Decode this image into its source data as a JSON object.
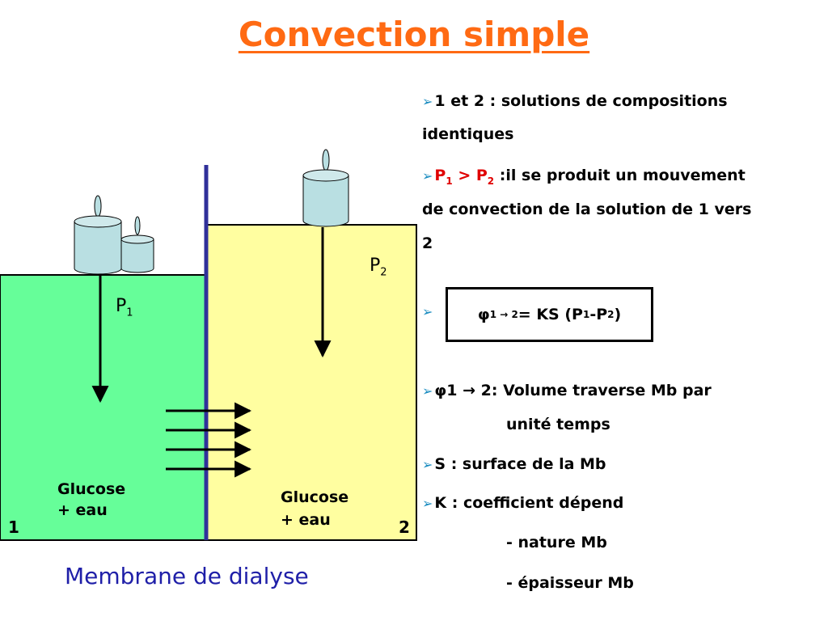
{
  "title": "Convection simple",
  "diagram": {
    "left_pressure_base": "P",
    "left_pressure_sub": "1",
    "right_pressure_base": "P",
    "right_pressure_sub": "2",
    "left_solution_line1": "Glucose",
    "left_solution_line2": "+ eau",
    "right_solution_line1": "Glucose",
    "right_solution_line2": "+ eau",
    "left_number": "1",
    "right_number": "2",
    "membrane_caption": "Membrane de dialyse",
    "colors": {
      "left_compartment": "#66fe99",
      "right_compartment": "#fffea0",
      "weight": "#b9dfe2",
      "membrane": "#30309a",
      "title": "#ff6a13",
      "bullet_arrow": "#1a8cc0",
      "highlight_red": "#e00000",
      "caption": "#1f1fa8"
    }
  },
  "bullets": {
    "b1_line1": "1 et 2 : solutions de compositions",
    "b1_line2": "identiques",
    "b2_p1_base": "P",
    "b2_p1_sub": "1",
    "b2_op": " > ",
    "b2_p2_base": "P",
    "b2_p2_sub": "2",
    "b2_rest": " :il se produit un mouvement",
    "b2_line2": "de convection de la solution de 1 vers",
    "b2_line3": "2",
    "formula_phi": "φ",
    "formula_sub": "1 → 2",
    "formula_mid": " = KS (P",
    "formula_s1": "1",
    "formula_dash": "-P",
    "formula_s2": "2",
    "formula_end": ")",
    "b4_line1": "φ1 → 2: Volume traverse Mb par",
    "b4_line2": "unité temps",
    "b5": "S : surface de la Mb",
    "b6": "K : coefficient dépend",
    "b6_sub1": "- nature Mb",
    "b6_sub2": "- épaisseur Mb"
  }
}
